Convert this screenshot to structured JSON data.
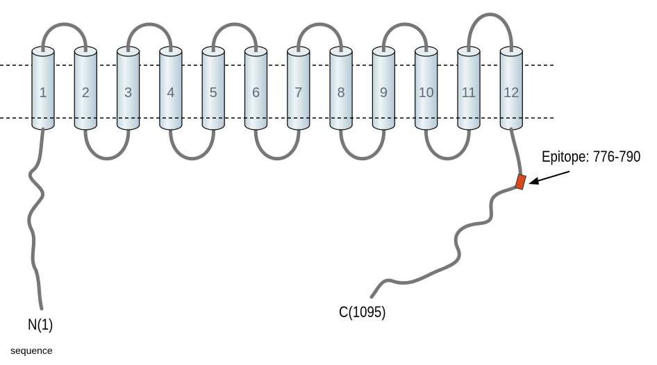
{
  "helices": [
    "1",
    "2",
    "3",
    "4",
    "5",
    "6",
    "7",
    "8",
    "9",
    "10",
    "11",
    "12"
  ],
  "n_terminus_label": "N(1)",
  "c_terminus_label": "C(1095)",
  "epitope_label": "Epitope: 776-790",
  "caption": "sequence",
  "colors": {
    "chain": "#777777",
    "helix_fill": "#dce8ee",
    "epitope": "#d9471c",
    "membrane_line": "#000000"
  }
}
